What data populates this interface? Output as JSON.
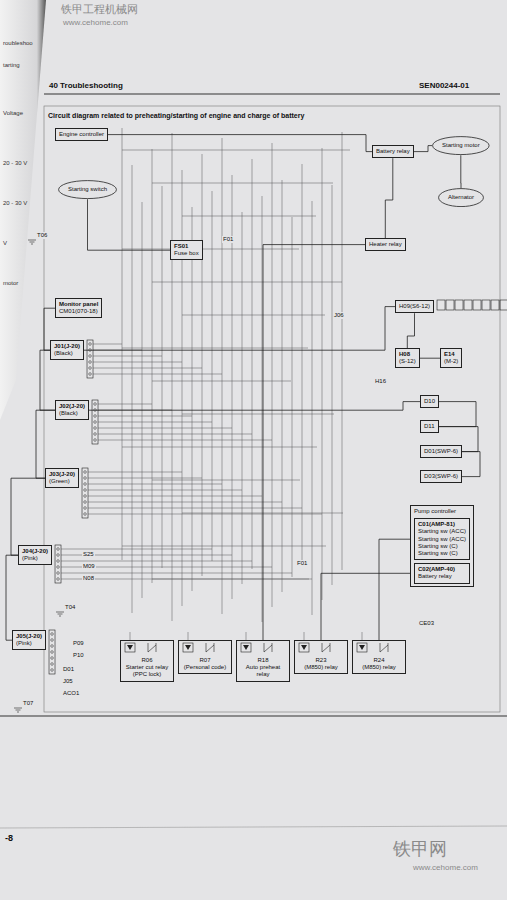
{
  "diagram": {
    "title": "Circuit diagram related to preheating/starting of engine and charge of battery",
    "nodes": [
      {
        "text": [
          "Engine controller"
        ]
      },
      {
        "text": [
          "Starting switch"
        ]
      },
      {
        "text": [
          "FS01",
          "Fuse box"
        ]
      },
      {
        "text": [
          "Battery relay"
        ]
      },
      {
        "text": [
          "Starting motor"
        ]
      },
      {
        "text": [
          "Alternator"
        ]
      },
      {
        "text": [
          "Heater relay"
        ]
      },
      {
        "text": [
          "Monitor panel",
          "CM01(070-18)"
        ]
      },
      {
        "text": [
          "J01(J-20)",
          "(Black)"
        ]
      },
      {
        "text": [
          "J02(J-20)",
          "(Black)"
        ]
      },
      {
        "text": [
          "J03(J-20)",
          "(Green)"
        ]
      },
      {
        "text": [
          "J04(J-20)",
          "(Pink)"
        ]
      },
      {
        "text": [
          "J05(J-20)",
          "(Pink)"
        ]
      },
      {
        "text": [
          "H09(S6-12)"
        ]
      },
      {
        "text": [
          "H08",
          "(S-12)"
        ]
      },
      {
        "text": [
          "E14",
          "(M-2)"
        ]
      },
      {
        "text": [
          "D10"
        ]
      },
      {
        "text": [
          "D11"
        ]
      },
      {
        "text": [
          "D01(SWP-6)"
        ]
      },
      {
        "text": [
          "D03(SWP-6)"
        ]
      },
      {
        "text": [
          "Pump controller"
        ]
      },
      {
        "text": [
          "C01(AMP-81)",
          "Starting sw (ACC)",
          "Starting sw (ACC)",
          "Starting sw (C)",
          "Starting sw (C)"
        ],
        "in": 20
      },
      {
        "text": [
          "C02(AMP-40)",
          "Battery relay"
        ],
        "in": 20
      },
      {
        "text": [
          "R06",
          "Starter cut relay (PPC lock)"
        ]
      },
      {
        "text": [
          "R07",
          "(Personal code)"
        ]
      },
      {
        "text": [
          "R18",
          "Auto preheat relay"
        ]
      },
      {
        "text": [
          "R23",
          "(M850) relay"
        ]
      },
      {
        "text": [
          "R24",
          "(M850) relay"
        ]
      }
    ],
    "edges": [
      {
        "from": 1,
        "to": 2,
        "arrow": "none"
      },
      {
        "from": 0,
        "to": 3,
        "arrow": "none"
      },
      {
        "from": 3,
        "to": 4,
        "arrow": "none"
      },
      {
        "from": 4,
        "to": 5,
        "arrow": "none"
      },
      {
        "from": 6,
        "to": 3,
        "arrow": "none"
      },
      {
        "from": 7,
        "to": 8,
        "arrow": "none"
      },
      {
        "from": 8,
        "to": 9,
        "arrow": "none"
      },
      {
        "from": 9,
        "to": 10,
        "arrow": "none"
      },
      {
        "from": 10,
        "to": 11,
        "arrow": "none"
      },
      {
        "from": 11,
        "to": 12,
        "arrow": "none"
      },
      {
        "from": 26,
        "to": 22,
        "arrow": "none"
      },
      {
        "from": 27,
        "to": 21,
        "arrow": "none"
      },
      {
        "from": 25,
        "to": 6,
        "arrow": "none"
      },
      {
        "from": 8,
        "to": 13,
        "arrow": "none"
      },
      {
        "from": 13,
        "to": 14,
        "arrow": "none"
      },
      {
        "from": 14,
        "to": 15,
        "arrow": "none"
      },
      {
        "from": 9,
        "to": 16,
        "arrow": "none"
      },
      {
        "from": 16,
        "to": 17,
        "arrow": "none"
      },
      {
        "from": 17,
        "to": 18,
        "arrow": "none"
      },
      {
        "from": 18,
        "to": 19,
        "arrow": "none"
      }
    ],
    "labels": [
      "40 Troubleshooting",
      "SEN00244-01",
      "铁甲工程机械网",
      "www.cehome.com",
      "F01",
      "J06",
      "H16",
      "T06",
      "S25",
      "M09",
      "N08",
      "T04",
      "P09",
      "P10",
      "D01",
      "J05",
      "ACO1",
      "T07",
      "F01",
      "CE03",
      "-8",
      "铁甲网",
      "www.cehome.com",
      "roubleshoo",
      "tarting",
      "Voltage",
      "20 - 30 V",
      "20 - 30 V",
      "V",
      "motor"
    ]
  }
}
